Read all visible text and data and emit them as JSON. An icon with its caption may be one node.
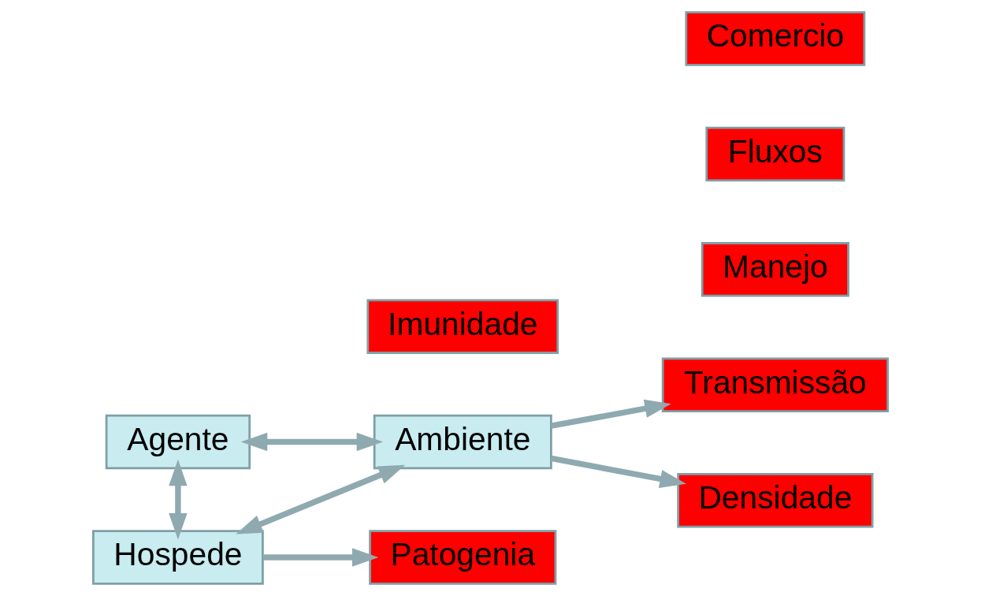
{
  "diagram": {
    "nodes": [
      {
        "text": [
          "Agente"
        ]
      },
      {
        "text": [
          "Hospede"
        ]
      },
      {
        "text": [
          "Ambiente"
        ]
      },
      {
        "text": [
          "Transmissão"
        ]
      },
      {
        "text": [
          "Densidade"
        ]
      },
      {
        "text": [
          "Manejo"
        ]
      },
      {
        "text": [
          "Fluxos"
        ]
      },
      {
        "text": [
          "Comercio"
        ]
      },
      {
        "text": [
          "Patogenia"
        ]
      },
      {
        "text": [
          "Imunidade"
        ]
      }
    ],
    "edges": [
      {
        "from": 0,
        "to": 1,
        "arrow": "both"
      },
      {
        "from": 0,
        "to": 2,
        "arrow": "both"
      },
      {
        "from": 1,
        "to": 2,
        "arrow": "both"
      },
      {
        "from": 2,
        "to": 3,
        "arrow": "to"
      },
      {
        "from": 2,
        "to": 4,
        "arrow": "to"
      },
      {
        "from": 1,
        "to": 8,
        "arrow": "to"
      }
    ]
  }
}
